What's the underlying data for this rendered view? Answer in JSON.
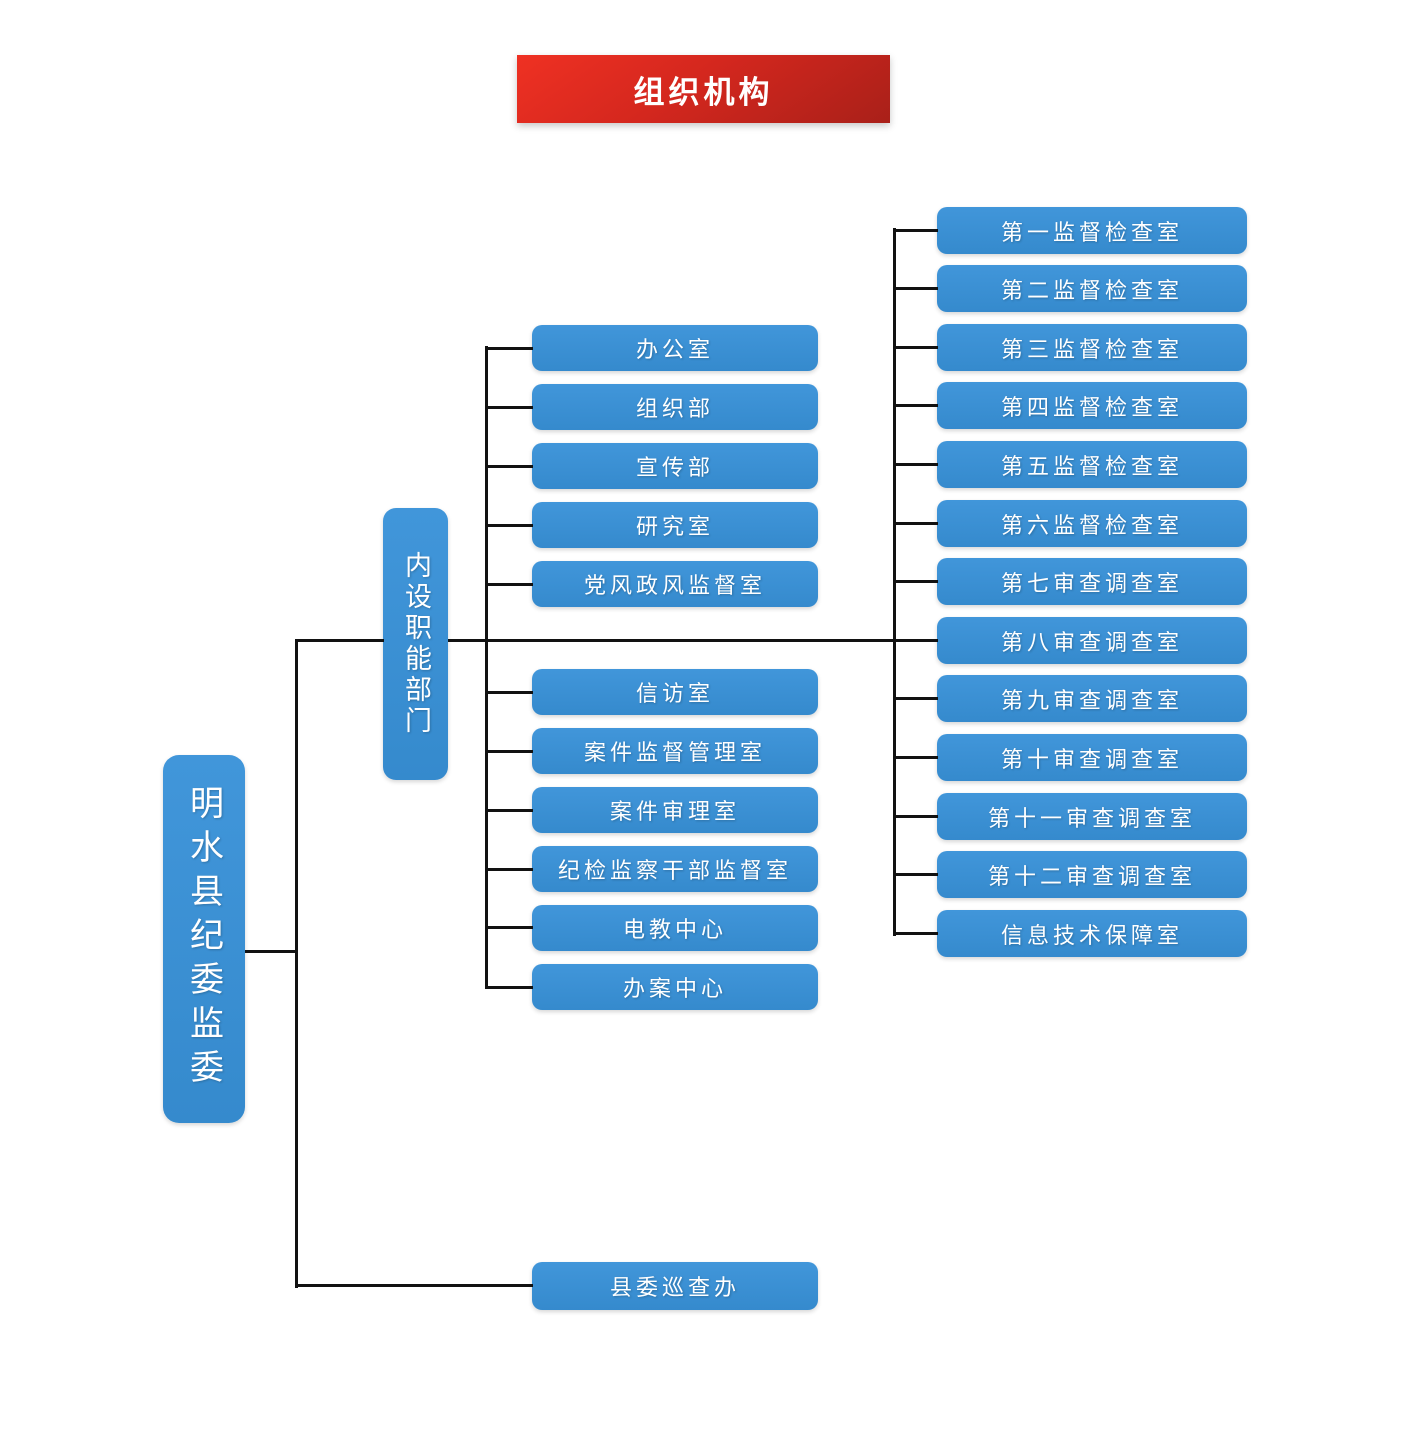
{
  "title": {
    "text": "组织机构"
  },
  "root": {
    "label": "明水县纪委监委"
  },
  "mid": {
    "label": "内设职能部门"
  },
  "left_group1": [
    "办公室",
    "组织部",
    "宣传部",
    "研究室",
    "党风政风监督室"
  ],
  "left_group2": [
    "信访室",
    "案件监督管理室",
    "案件审理室",
    "纪检监察干部监督室",
    "电教中心",
    "办案中心"
  ],
  "right_column": [
    "第一监督检查室",
    "第二监督检查室",
    "第三监督检查室",
    "第四监督检查室",
    "第五监督检查室",
    "第六监督检查室",
    "第七审查调查室",
    "第八审查调查室",
    "第九审查调查室",
    "第十审查调查室",
    "第十一审查调查室",
    "第十二审查调查室",
    "信息技术保障室"
  ],
  "bottom": {
    "label": "县委巡查办"
  },
  "colors": {
    "node_blue": "#3a90d5",
    "banner_red_top": "#ef3123",
    "banner_red_bottom": "#a92019",
    "connector_line": "#121212",
    "node_text": "#ffffff"
  }
}
